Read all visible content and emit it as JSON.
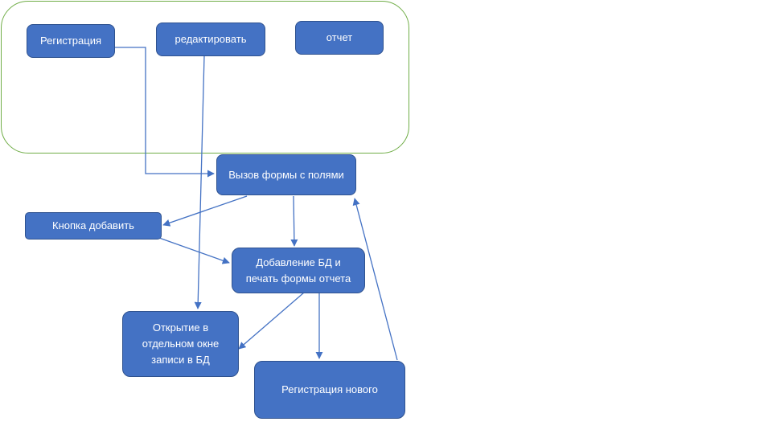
{
  "colors": {
    "node_fill": "#4472c4",
    "node_border": "#2f528f",
    "node_text": "#ffffff",
    "edge": "#4472c4",
    "group_border": "#70ad47"
  },
  "nodes": {
    "registration": "Регистрация",
    "edit": "редактировать",
    "report": "отчет",
    "call_form": "Вызов формы с полями",
    "add_button": "Кнопка добавить",
    "add_db_print": "Добавление БД и\nпечать формы отчета",
    "open_record": "Открытие в\nотдельном окне\nзаписи в БД",
    "register_new": "Регистрация нового"
  },
  "edges": [
    {
      "from": "registration",
      "to": "call_form"
    },
    {
      "from": "edit",
      "to": "open_record"
    },
    {
      "from": "call_form",
      "to": "add_button"
    },
    {
      "from": "call_form",
      "to": "add_db_print"
    },
    {
      "from": "add_button",
      "to": "add_db_print"
    },
    {
      "from": "add_db_print",
      "to": "open_record"
    },
    {
      "from": "add_db_print",
      "to": "register_new"
    },
    {
      "from": "register_new",
      "to": "call_form"
    }
  ]
}
